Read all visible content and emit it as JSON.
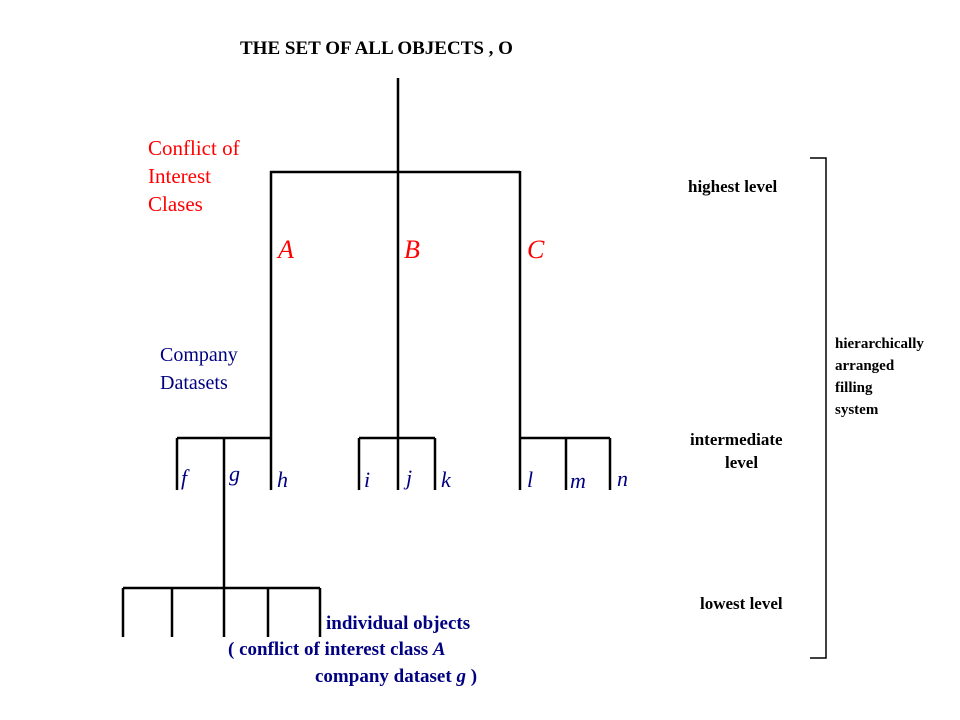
{
  "title": "THE SET OF ALL OBJECTS , O",
  "coi_label": [
    "Conflict of",
    "Interest",
    "Clases"
  ],
  "company_label": [
    "Company",
    "Datasets"
  ],
  "classes": [
    "A",
    "B",
    "C"
  ],
  "datasets": [
    "f",
    "g",
    "h",
    "i",
    "j",
    "k",
    "l",
    "m",
    "n"
  ],
  "levels": {
    "highest": "highest level",
    "intermediate": [
      "intermediate",
      "level"
    ],
    "lowest": "lowest level"
  },
  "side_label": [
    "hierarchically",
    "arranged",
    "filling",
    "system"
  ],
  "objects_label": {
    "line1": "individual objects",
    "line2_prefix": "( conflict of interest class",
    "line2_class": "A",
    "line3_prefix": "company dataset",
    "line3_dataset": "g",
    "line3_suffix": ")"
  },
  "colors": {
    "lines": "#000000",
    "conflict_red": "#ff0000",
    "dataset_navy": "#000080"
  }
}
